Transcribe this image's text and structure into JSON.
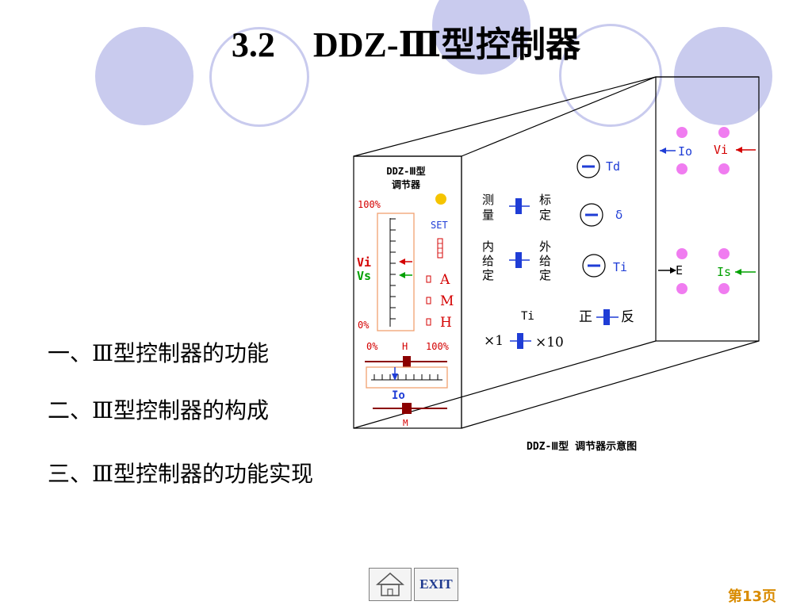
{
  "title": {
    "number": "3.2",
    "text": "DDZ-Ⅲ型控制器"
  },
  "menu": [
    {
      "label": "一、Ⅲ型控制器的功能"
    },
    {
      "label": "二、Ⅲ型控制器的构成"
    },
    {
      "label": "三、Ⅲ型控制器的功能实现"
    }
  ],
  "diagram": {
    "caption": "DDZ-Ⅲ型  调节器示意图",
    "front_title_1": "DDZ-Ⅲ型",
    "front_title_2": "调节器",
    "scale_top": "100%",
    "scale_bottom": "0%",
    "vi": "Vi",
    "vs": "Vs",
    "set": "SET",
    "mode_a": "A",
    "mode_m": "M",
    "mode_h": "H",
    "h_left": "0%",
    "h_mid": "H",
    "h_right": "100%",
    "io": "Io",
    "m": "M",
    "measure": [
      "测",
      "量"
    ],
    "calibrate": [
      "标",
      "定"
    ],
    "internal": [
      "内",
      "给",
      "定"
    ],
    "external": [
      "外",
      "给",
      "定"
    ],
    "td": "Td",
    "delta": "δ",
    "ti": "Ti",
    "ti2": "Ti",
    "x1": "×1",
    "x10": "×10",
    "zheng": "正",
    "fan": "反",
    "side_io": "Io",
    "side_vi": "Vi",
    "side_e": "E",
    "side_is": "Is"
  },
  "nav": {
    "exit_label": "EXIT",
    "page": "第13页"
  },
  "colors": {
    "deco_fill": "#c9cbee",
    "deco_ring": "#c9cbee",
    "accent_blue": "#1f3dd6",
    "red": "#d40000",
    "green": "#00a000",
    "pink": "#f07cf0",
    "scale_border": "#f0a070",
    "dark_red": "#8b0000"
  }
}
